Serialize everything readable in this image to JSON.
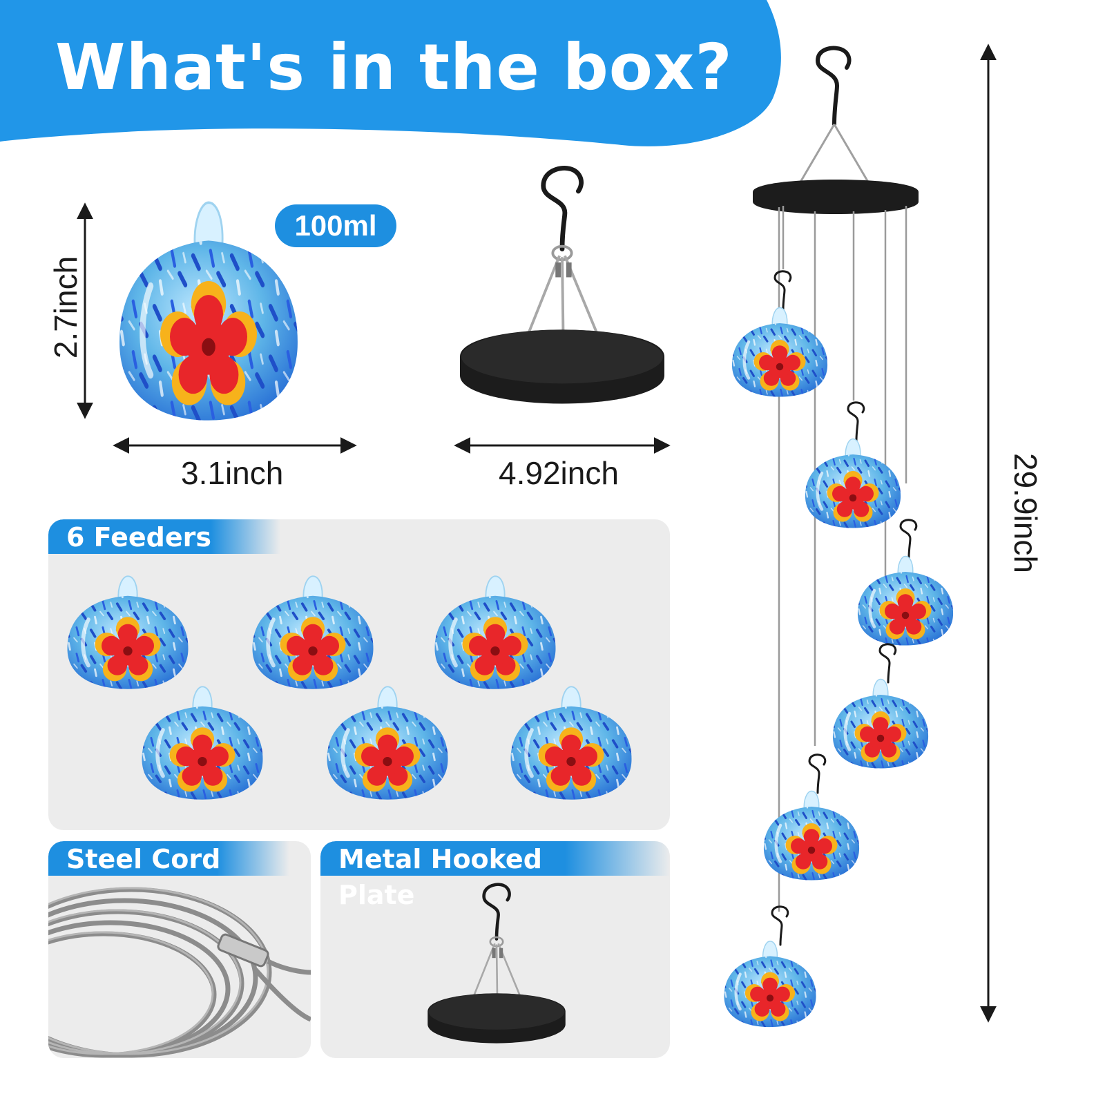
{
  "header": {
    "title": "What's in the box?",
    "color": "#2196e8"
  },
  "single_feeder": {
    "capacity": "100ml",
    "height": "2.7inch",
    "width": "3.1inch"
  },
  "plate": {
    "diameter": "4.92inch"
  },
  "assembled": {
    "length": "29.9inch"
  },
  "panels": {
    "feeders": "6 Feeders",
    "cord": "Steel Cord",
    "plate": "Metal Hooked Plate"
  },
  "colors": {
    "accent": "#1e8fe0",
    "panel_bg": "#ececec",
    "glass": "#5fb6e8",
    "glass_dark": "#1f4fc8",
    "flower_red": "#e8262a",
    "flower_yellow": "#f7b21b",
    "plate_black": "#1c1c1c"
  },
  "icons": {
    "feeder": "glass-feeder-icon",
    "hook": "s-hook-icon",
    "plate": "hanging-plate-icon",
    "cord": "steel-cord-coil-icon",
    "arrow": "dimension-arrow-icon"
  }
}
